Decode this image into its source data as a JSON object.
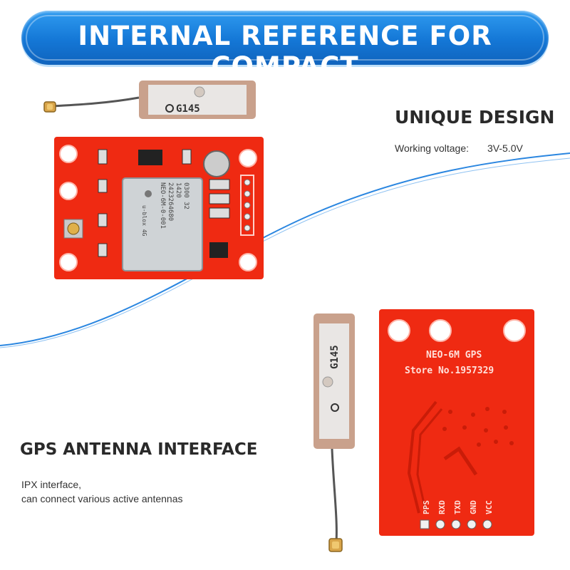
{
  "banner": {
    "title": "INTERNAL REFERENCE FOR COMPACT"
  },
  "features": {
    "design": {
      "heading": "UNIQUE DESIGN",
      "label": "Working voltage:",
      "value": "3V-5.0V"
    },
    "antenna": {
      "heading": "GPS ANTENNA INTERFACE",
      "line1": "IPX interface,",
      "line2": "can connect various active antennas"
    }
  },
  "product": {
    "antenna_marking": "G145",
    "module_text": [
      "NEO-6M-0-001",
      "2423264680",
      "1420",
      "0300 32",
      "u-blox 4G"
    ],
    "back_title": "NEO-6M GPS",
    "back_store": "Store No.1957329",
    "pins": [
      "PPS",
      "RXD",
      "TXD",
      "GND",
      "VCC"
    ]
  },
  "colors": {
    "banner": "#1477d6",
    "pcb": "#ef2a12",
    "wave": "#2a86e0",
    "antenna": "#c9a18c"
  }
}
